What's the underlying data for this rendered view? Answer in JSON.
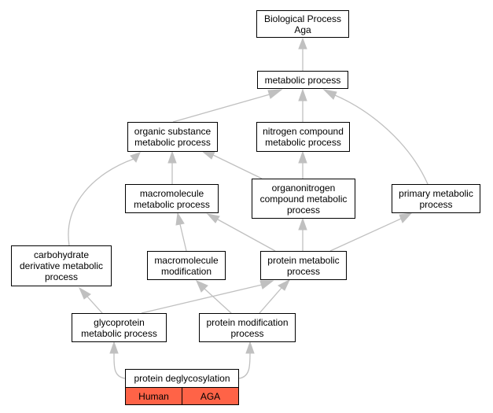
{
  "colors": {
    "edge": "#c0c0c0",
    "node_border": "#000000",
    "annotation_fill": "#ff6347"
  },
  "nodes": {
    "biological_process": "Biological Process\nAga",
    "metabolic_process": "metabolic process",
    "organic_substance": "organic substance\nmetabolic process",
    "nitrogen_compound": "nitrogen compound\nmetabolic process",
    "macromolecule_metabolic": "macromolecule\nmetabolic process",
    "organonitrogen": "organonitrogen\ncompound metabolic\nprocess",
    "primary_metabolic": "primary metabolic\nprocess",
    "carbohydrate_derivative": "carbohydrate\nderivative metabolic\nprocess",
    "macromolecule_modification": "macromolecule\nmodification",
    "protein_metabolic": "protein metabolic\nprocess",
    "glycoprotein": "glycoprotein\nmetabolic process",
    "protein_modification": "protein modification\nprocess",
    "protein_deglycosylation": "protein deglycosylation"
  },
  "annotations": {
    "species": "Human",
    "gene": "AGA"
  }
}
